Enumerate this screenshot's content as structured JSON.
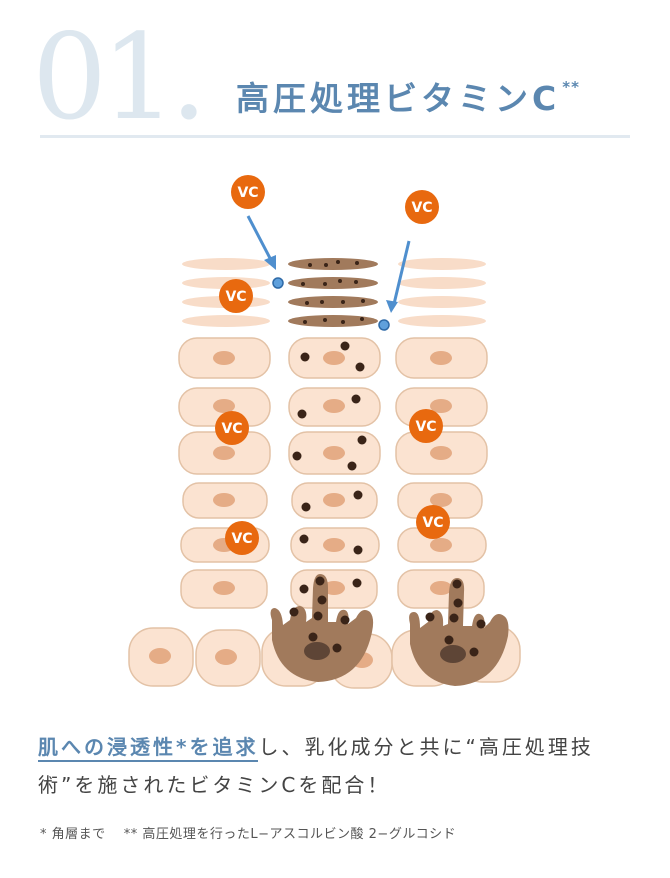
{
  "header": {
    "number": "01.",
    "title": "高圧処理ビタミンC",
    "title_superscript": "**"
  },
  "diagram": {
    "vc_label": "VC",
    "colors": {
      "vc_orange": "#e8690f",
      "arrow_blue": "#4f8fce",
      "cell_fill": "#fbe3d1",
      "cell_stroke": "#e3c2a6",
      "nucleus": "#e5ac86",
      "melanin_cell": "#a17a5c",
      "melanin_dot": "#3a2418",
      "horny_layer": "#f8dcc8"
    }
  },
  "body": {
    "highlight": "肌への浸透性*を追求",
    "rest_line1": "し、乳化成分と共に“高圧処理技",
    "line2": "術”を施されたビタミンCを配合！"
  },
  "footnote": "* 角層まで　 ** 高圧処理を行ったL−アスコルビン酸 2−グルコシド"
}
